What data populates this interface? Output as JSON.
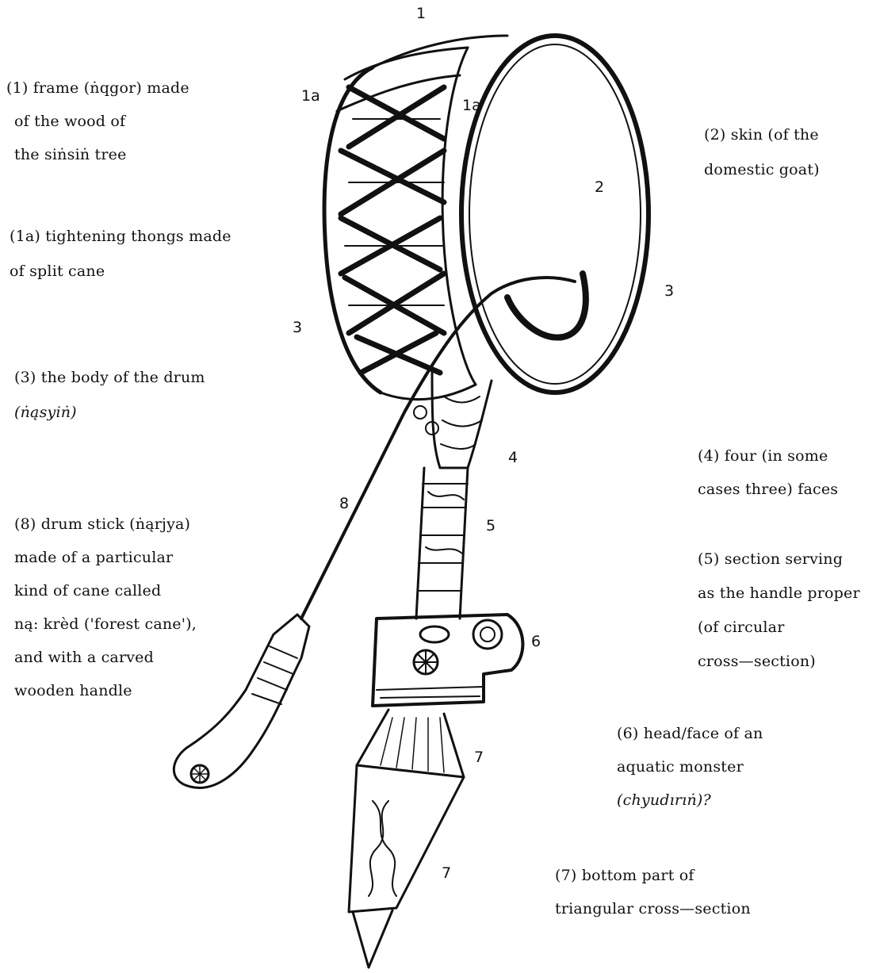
{
  "callouts": {
    "n1": "1",
    "n1a_left": "1a",
    "n1a_right": "1a",
    "n2": "2",
    "n3_left": "3",
    "n3_right": "3",
    "n4": "4",
    "n5": "5",
    "n6": "6",
    "n7_top": "7",
    "n7_bottom": "7",
    "n8": "8"
  },
  "labels": {
    "frame": [
      "(1) frame (ṅqgor) made",
      "of the wood of",
      "the siṅsiṅ tree"
    ],
    "thongs": [
      "(1a) tightening thongs made",
      "of split cane"
    ],
    "body": [
      "(3) the body of the drum",
      "(ṅąsyiṅ)"
    ],
    "stick": [
      "(8) drum stick (ṅąrjya)",
      "made of a particular",
      "kind of cane called",
      "ną: krèd ('forest cane'),",
      "and with a carved",
      "wooden handle"
    ],
    "skin": [
      "(2) skin (of the",
      "domestic goat)"
    ],
    "faces": [
      "(4) four (in some",
      "cases three) faces"
    ],
    "handle": [
      "(5) section serving",
      "as the handle proper",
      "(of circular",
      "cross—section)"
    ],
    "head": [
      "(6) head/face of an",
      "aquatic monster",
      "(chyudırıṅ)?"
    ],
    "bottom": [
      "(7) bottom part of",
      "triangular cross—section"
    ]
  }
}
